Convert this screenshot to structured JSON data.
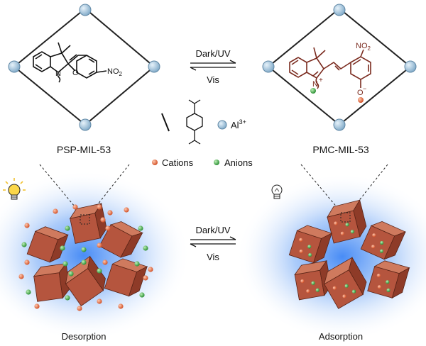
{
  "left_framework": {
    "label": "PSP-MIL-53",
    "nitro_group": "NO",
    "nitro_sub": "2",
    "ring_n": "N",
    "ring_o": "O"
  },
  "right_framework": {
    "label": "PMC-MIL-53",
    "nitro_group": "NO",
    "nitro_sub": "2",
    "ring_n": "N",
    "charge_plus": "+",
    "phenolate": "O",
    "charge_minus": "−"
  },
  "top_arrows": {
    "forward": "Dark/UV",
    "reverse": "Vis"
  },
  "bottom_arrows": {
    "forward": "Dark/UV",
    "reverse": "Vis"
  },
  "legend": {
    "metal_label": "Al",
    "metal_charge": "3+",
    "cations_label": "Cations",
    "anions_label": "Anions"
  },
  "states": {
    "left": "Desorption",
    "right": "Adsorption"
  },
  "colors": {
    "cube": "#b5553e",
    "cube_dark": "#8e3b28",
    "cube_light": "#cf7a5e",
    "cation": "#d9532b",
    "anion": "#2f9a3a",
    "node": "#9fc3dc",
    "merocyanine": "#7a2a1e",
    "glow": "#4a90ff",
    "bulb_on": "#f2c230"
  }
}
